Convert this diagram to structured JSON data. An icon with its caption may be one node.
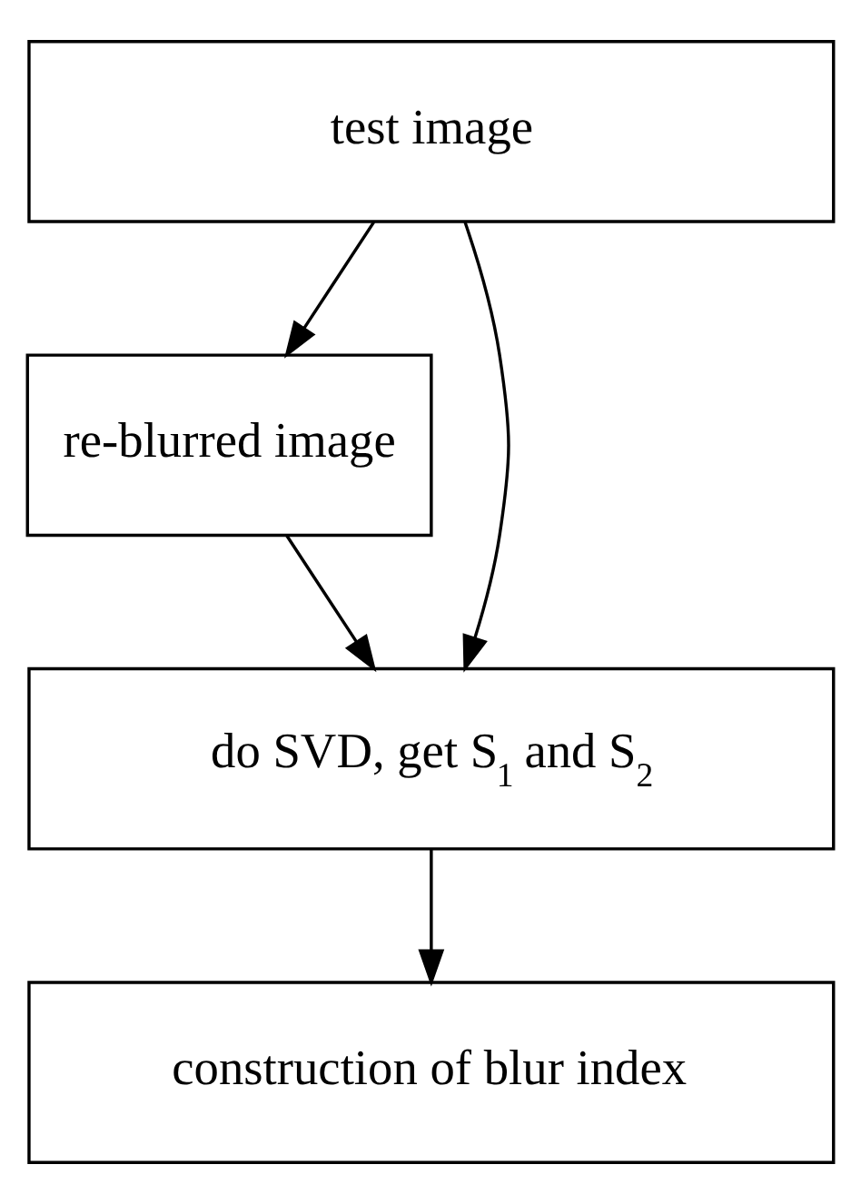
{
  "diagram": {
    "nodes": [
      {
        "text": [
          "test image"
        ]
      },
      {
        "text": [
          "re-blurred image"
        ]
      },
      {
        "text": [
          "do SVD, get S$_{1}$ and S$_{2}$"
        ]
      },
      {
        "text": [
          "construction of blur index"
        ]
      }
    ],
    "edges": [
      {
        "from": 0,
        "to": 1,
        "arrow": "to"
      },
      {
        "from": 0,
        "to": 2,
        "arrow": "to"
      },
      {
        "from": 1,
        "to": 2,
        "arrow": "to"
      },
      {
        "from": 2,
        "to": 3,
        "arrow": "to"
      }
    ]
  }
}
